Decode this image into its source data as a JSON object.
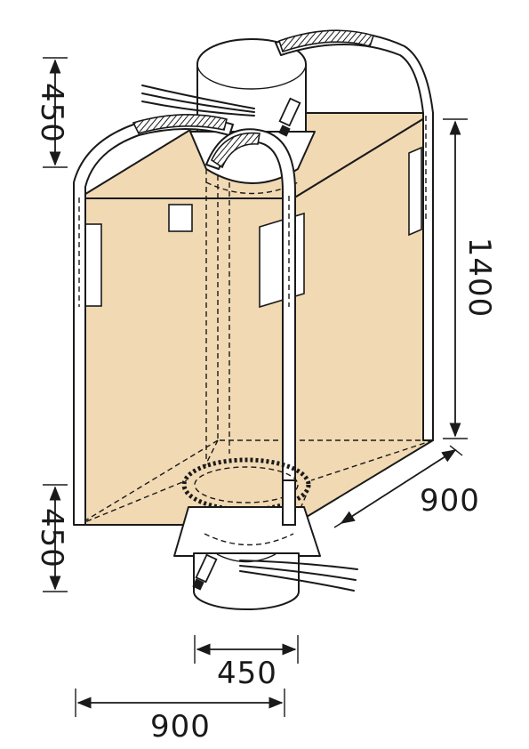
{
  "colors": {
    "bag_fill": "#f1d9b3",
    "line": "#1a1a1a",
    "background": "#ffffff"
  },
  "dimensions": {
    "top_spout_height": "450",
    "bag_height": "1400",
    "bag_depth": "900",
    "bottom_spout_height": "450",
    "bottom_spout_diameter": "450",
    "bag_width": "900"
  }
}
